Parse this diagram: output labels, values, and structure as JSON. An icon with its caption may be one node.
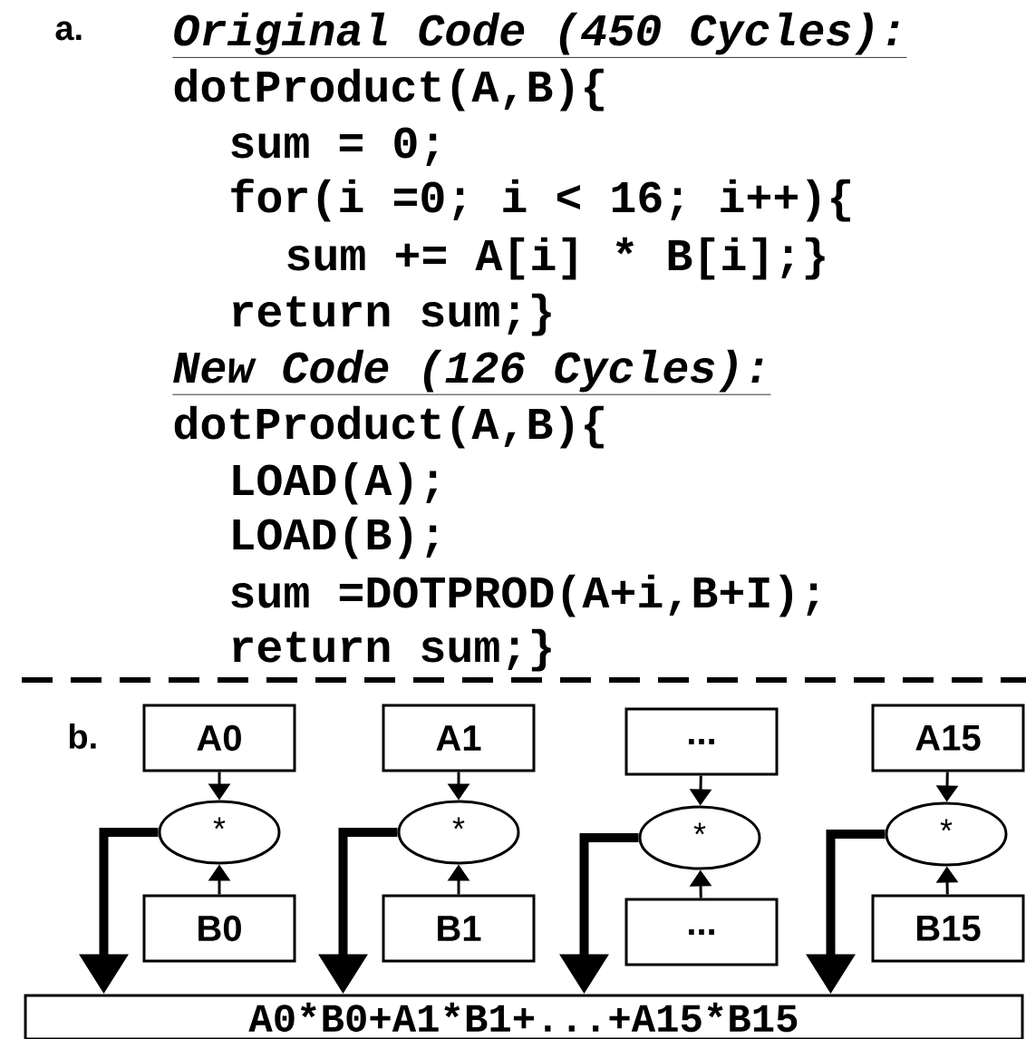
{
  "diagram": {
    "nodes": [
      {
        "text": [
          "A0"
        ]
      },
      {
        "text": [
          "A1"
        ]
      },
      {
        "text": [
          "..."
        ]
      },
      {
        "text": [
          "A15"
        ]
      },
      {
        "text": [
          "*"
        ]
      },
      {
        "text": [
          "*"
        ]
      },
      {
        "text": [
          "*"
        ]
      },
      {
        "text": [
          "*"
        ]
      },
      {
        "text": [
          "B0"
        ]
      },
      {
        "text": [
          "B1"
        ]
      },
      {
        "text": [
          "..."
        ]
      },
      {
        "text": [
          "B15"
        ]
      },
      {
        "text": [
          "A0*B0+A1*B1+...+A15*B15"
        ]
      }
    ],
    "edges": [
      {
        "from": 0,
        "to": 4,
        "arrow": "to"
      },
      {
        "from": 8,
        "to": 4,
        "arrow": "to"
      },
      {
        "from": 4,
        "to": 12,
        "arrow": "to",
        "style": "thick"
      },
      {
        "from": 1,
        "to": 5,
        "arrow": "to"
      },
      {
        "from": 9,
        "to": 5,
        "arrow": "to"
      },
      {
        "from": 5,
        "to": 12,
        "arrow": "to",
        "style": "thick"
      },
      {
        "from": 2,
        "to": 6,
        "arrow": "to"
      },
      {
        "from": 10,
        "to": 6,
        "arrow": "to"
      },
      {
        "from": 6,
        "to": 12,
        "arrow": "to",
        "style": "thick"
      },
      {
        "from": 3,
        "to": 7,
        "arrow": "to"
      },
      {
        "from": 11,
        "to": 7,
        "arrow": "to"
      },
      {
        "from": 7,
        "to": 12,
        "arrow": "to",
        "style": "thick"
      }
    ],
    "labels": [
      "a.",
      "Original Code (450 Cycles):",
      "dotProduct(A,B){",
      "sum = 0;",
      "for(i =0; i < 16; i++){",
      "sum += A[i] * B[i];}",
      "return sum;}",
      "New Code (126 Cycles):",
      "dotProduct(A,B){",
      "LOAD(A);",
      "LOAD(B);",
      "sum =DOTPROD(A+i,B+I);",
      "return sum;}",
      "b."
    ]
  }
}
